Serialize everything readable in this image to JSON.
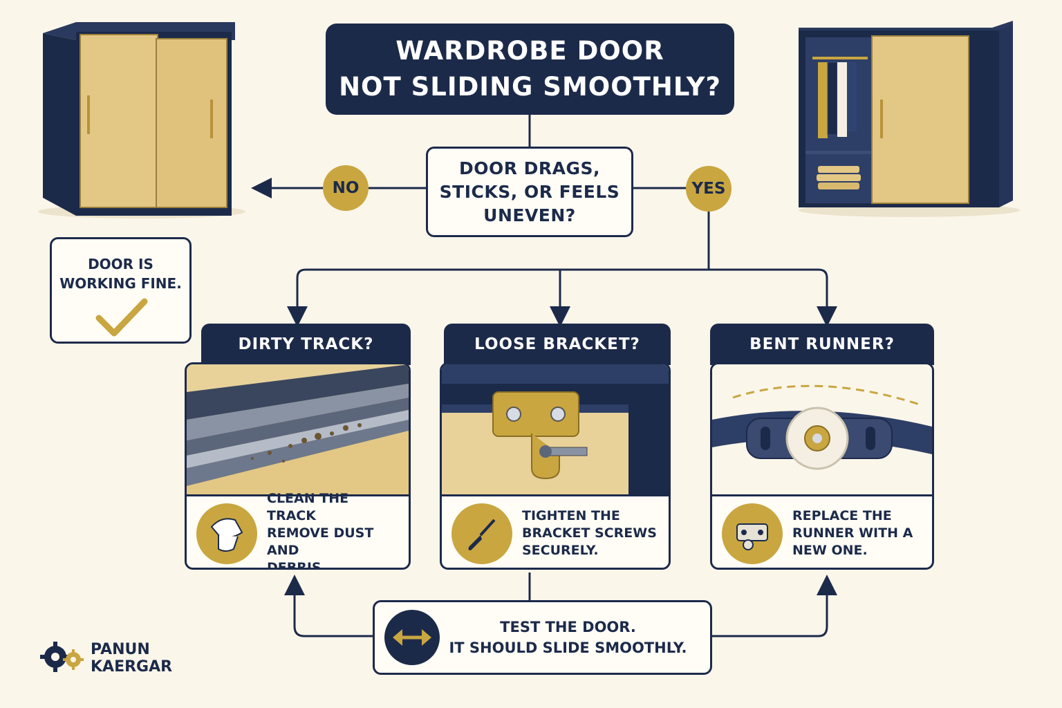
{
  "title": {
    "line1": "WARDROBE DOOR",
    "line2": "NOT SLIDING SMOOTHLY?"
  },
  "question": {
    "line1": "DOOR DRAGS,",
    "line2": "STICKS, OR FEELS",
    "line3": "UNEVEN?"
  },
  "answers": {
    "no": "NO",
    "yes": "YES"
  },
  "fine": {
    "line1": "DOOR IS",
    "line2": "WORKING FINE."
  },
  "cards": [
    {
      "heading": "DIRTY TRACK?",
      "fix": [
        "CLEAN THE TRACK",
        "REMOVE DUST AND",
        "DEBRIS."
      ],
      "icon": "cloth-wipe-icon"
    },
    {
      "heading": "LOOSE BRACKET?",
      "fix": [
        "TIGHTEN THE",
        "BRACKET SCREWS",
        "SECURELY."
      ],
      "icon": "screwdriver-icon"
    },
    {
      "heading": "BENT RUNNER?",
      "fix": [
        "REPLACE THE",
        "RUNNER WITH A",
        "NEW ONE."
      ],
      "icon": "runner-part-icon"
    }
  ],
  "test": {
    "line1": "TEST THE DOOR.",
    "line2": "IT SHOULD SLIDE SMOOTHLY.",
    "icon": "double-arrow-icon"
  },
  "logo": {
    "line1": "PANUN",
    "line2": "KAERGAR",
    "icon": "gears-icon"
  },
  "colors": {
    "navy": "#1c2a4a",
    "gold": "#c9a640",
    "cream": "#fbf6ea",
    "wood": "#e3c784"
  }
}
